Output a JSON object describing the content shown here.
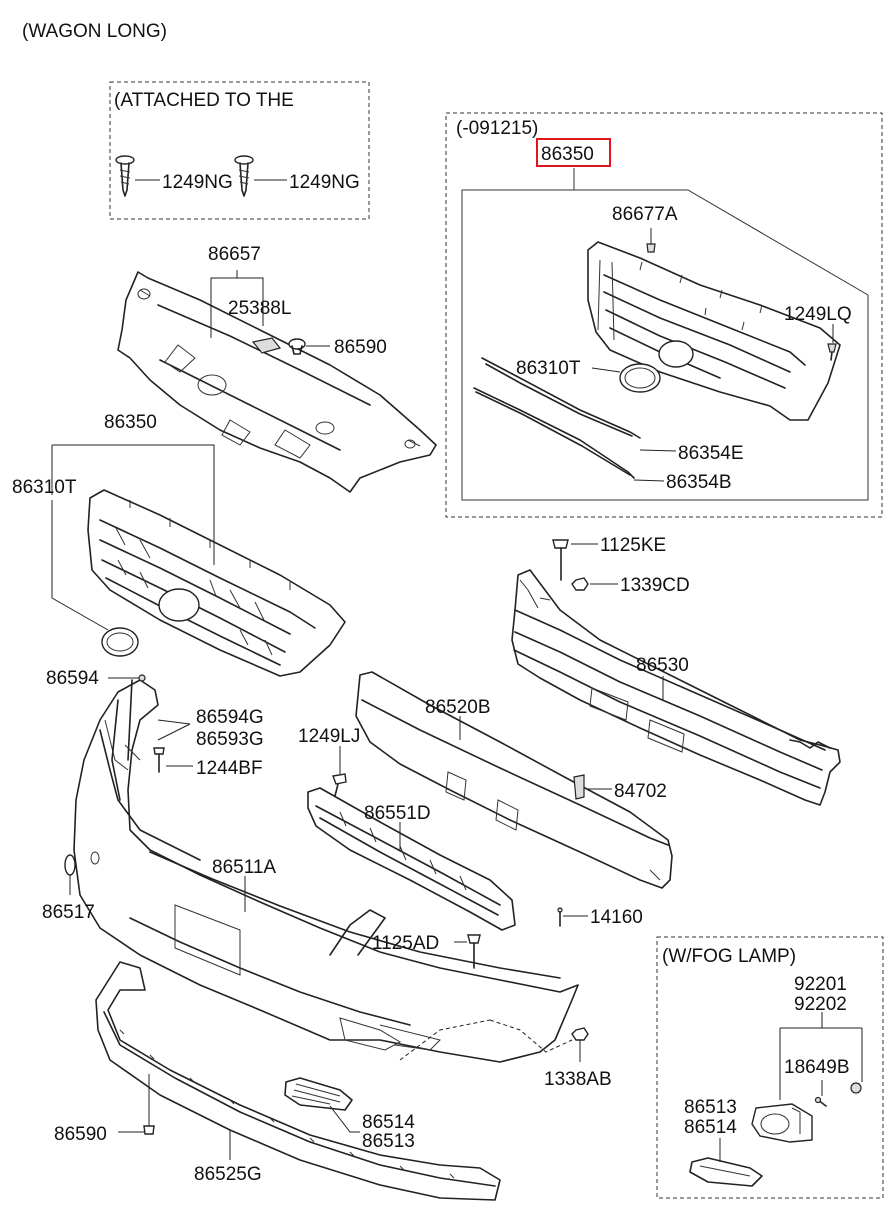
{
  "header": {
    "title": "(WAGON LONG)"
  },
  "boxes": {
    "attached": "(ATTACHED TO THE",
    "early": "(-091215)",
    "fog": "(W/FOG LAMP)"
  },
  "labels": {
    "l1249ng_a": "1249NG",
    "l1249ng_b": "1249NG",
    "l86657": "86657",
    "l25388l": "25388L",
    "l86590_top": "86590",
    "l86350_main": "86350",
    "l86310t_main": "86310T",
    "l86350_box": "86350",
    "l86677a": "86677A",
    "l1249lq": "1249LQ",
    "l86310t_box": "86310T",
    "l86354e": "86354E",
    "l86354b": "86354B",
    "l1125ke": "1125KE",
    "l1339cd": "1339CD",
    "l86530": "86530",
    "l86594": "86594",
    "l86594g": "86594G",
    "l86593g": "86593G",
    "l1244bf": "1244BF",
    "l1249lj": "1249LJ",
    "l86520b": "86520B",
    "l84702": "84702",
    "l86551d": "86551D",
    "l86511a": "86511A",
    "l86517": "86517",
    "l14160": "14160",
    "l1125ad": "1125AD",
    "l1338ab": "1338AB",
    "l86514_a": "86514",
    "l86513_a": "86513",
    "l86590_bot": "86590",
    "l86525g": "86525G",
    "l92201": "92201",
    "l92202": "92202",
    "l18649b": "18649B",
    "l86513_b": "86513",
    "l86514_b": "86514"
  },
  "highlight": {
    "part": "86350",
    "color": "#e0161b"
  }
}
